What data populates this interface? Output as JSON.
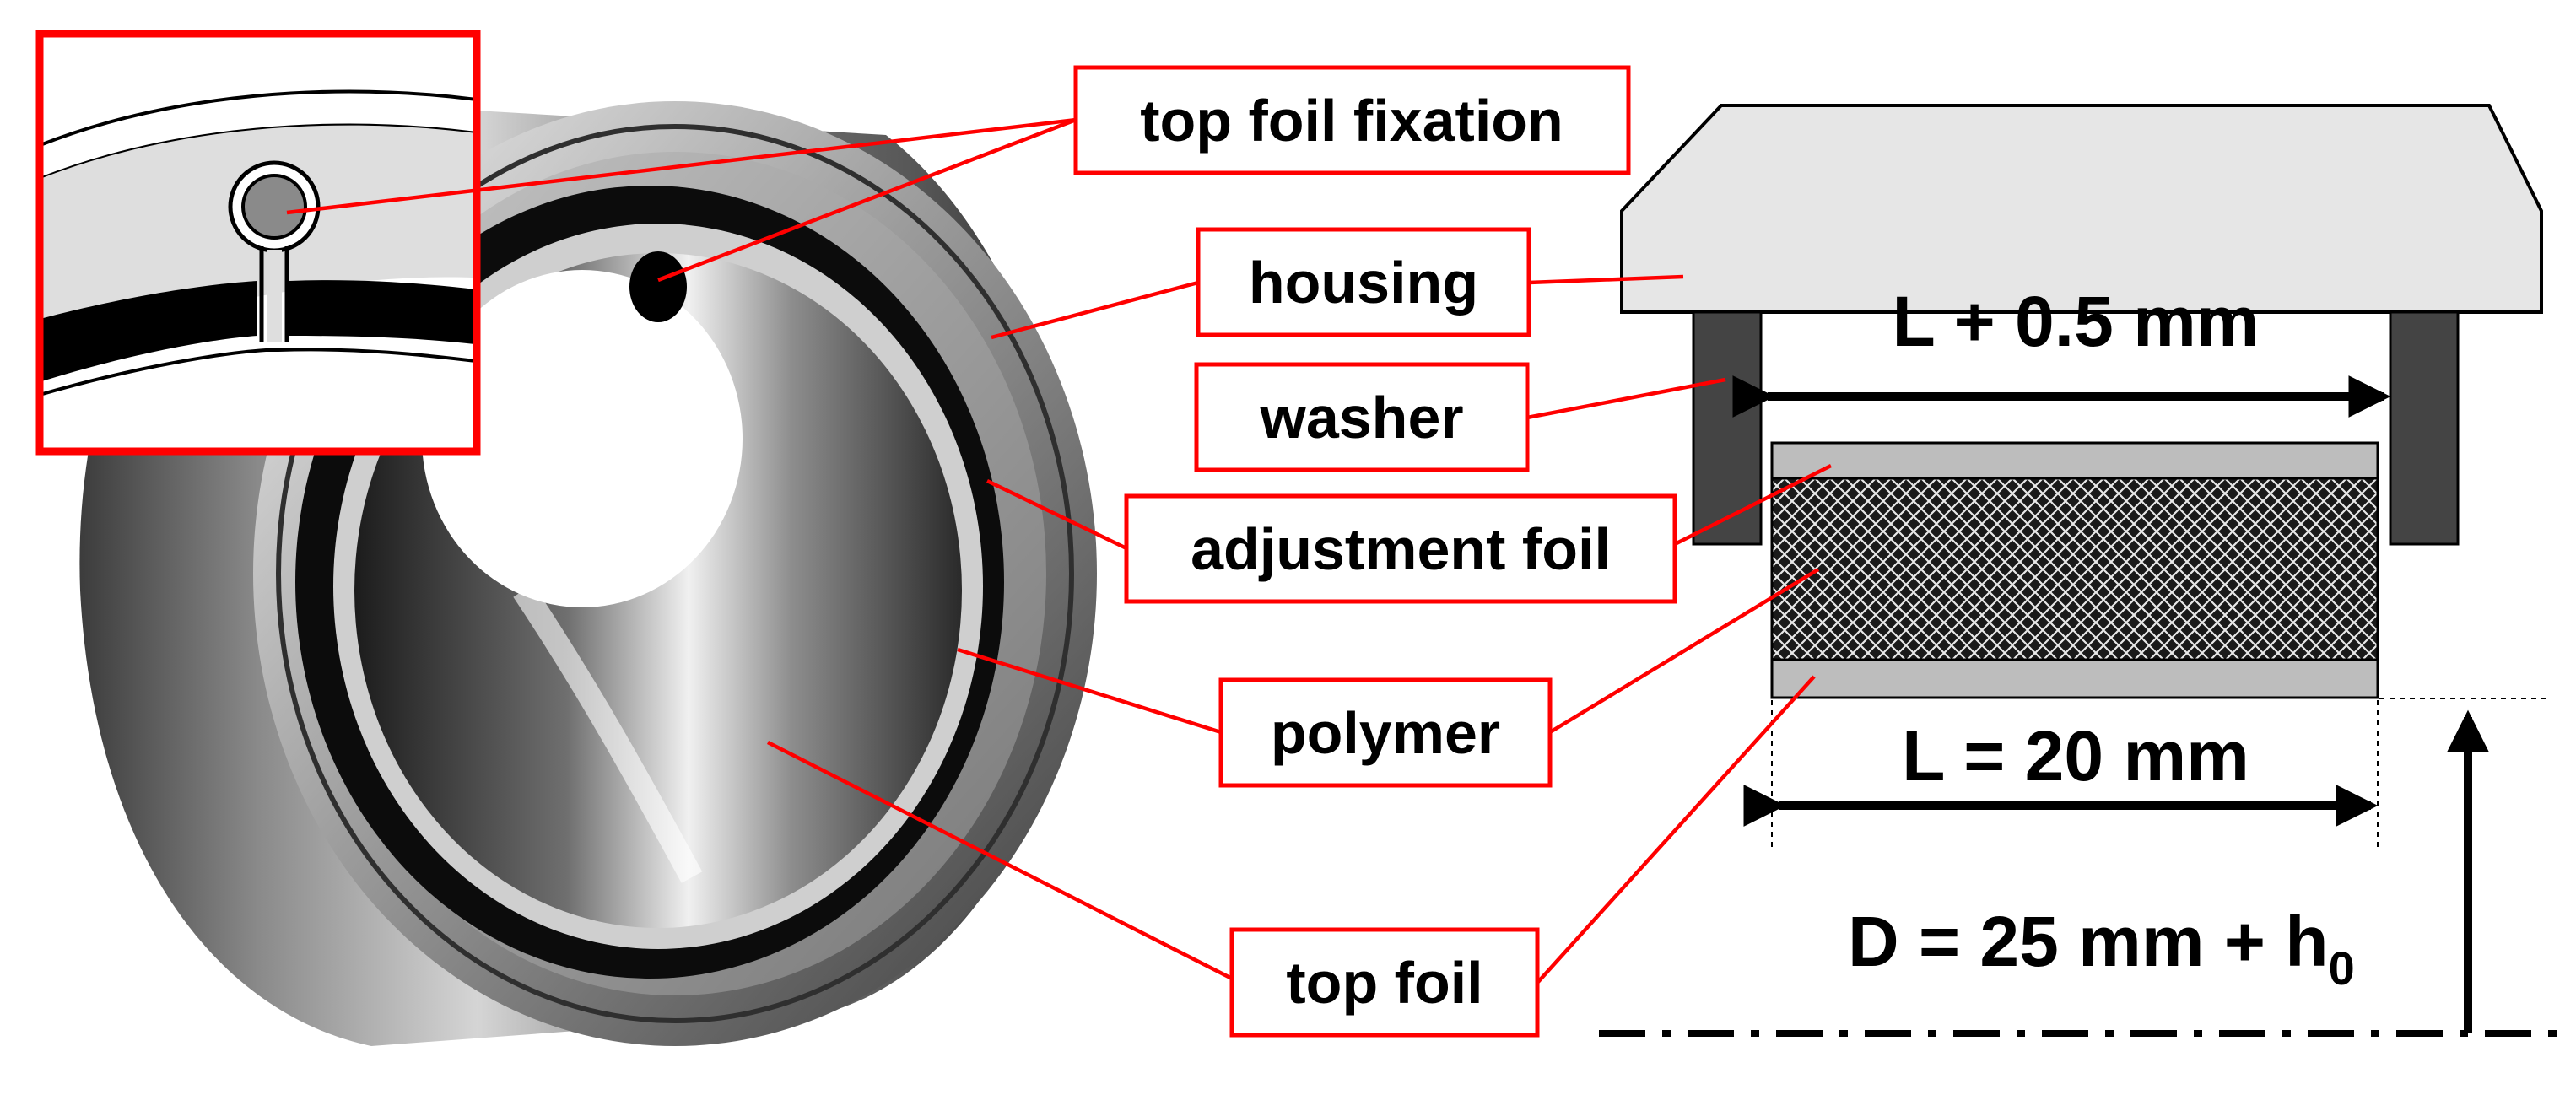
{
  "labels": {
    "top_foil_fixation": "top foil fixation",
    "housing": "housing",
    "washer": "washer",
    "adjustment_foil": "adjustment foil",
    "polymer": "polymer",
    "top_foil": "top foil"
  },
  "dimensions": {
    "washer_gap": "L + 0.5 mm",
    "bearing_length": "L = 20 mm",
    "diameter_main": "D = 25 mm + h",
    "diameter_subscript": "0"
  },
  "colors": {
    "callout": "#ff0000",
    "housing_fill": "#e6e6e6",
    "washer_fill": "#444444",
    "foil_fill": "#bdbdbd",
    "polymer_fill": "#2a2a2a"
  },
  "icons": {
    "fixation_detail": "top-foil-fixation-inset",
    "bearing_photo": "foil-bearing-photo"
  }
}
